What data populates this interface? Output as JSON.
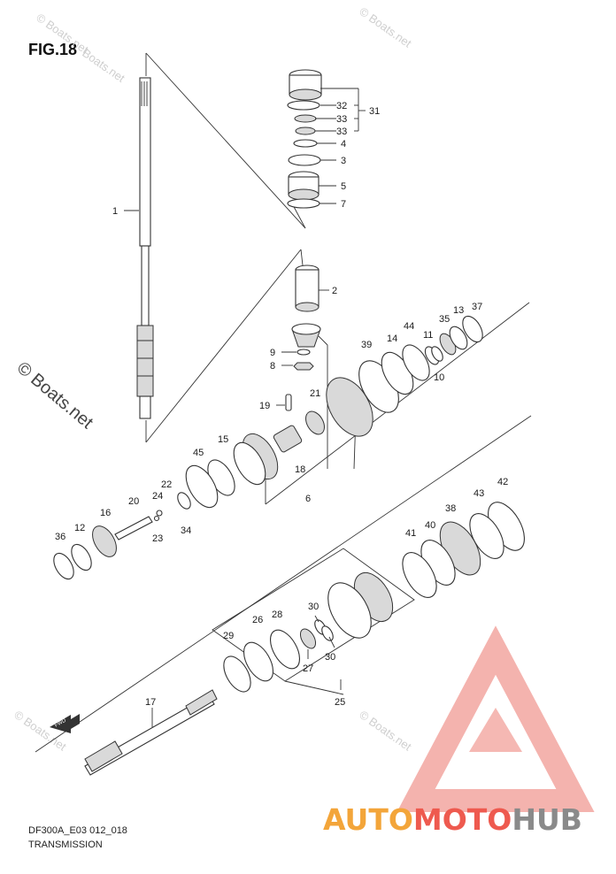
{
  "figure_title": "FIG.18",
  "footer": {
    "code": "DF300A_E03 012_018",
    "name": "TRANSMISSION"
  },
  "watermarks": {
    "site": "© Boats.net",
    "short": "Boats.net"
  },
  "arrow_label": "FWD",
  "logo": {
    "part1": "AUTO",
    "part2": "MOTO",
    "part3": "HUB"
  },
  "callouts": [
    "1",
    "2",
    "3",
    "4",
    "5",
    "6",
    "7",
    "8",
    "9",
    "10",
    "11",
    "12",
    "13",
    "14",
    "15",
    "16",
    "17",
    "18",
    "19",
    "20",
    "21",
    "22",
    "23",
    "24",
    "25",
    "26",
    "27",
    "28",
    "29",
    "30",
    "30",
    "31",
    "32",
    "33",
    "33",
    "34",
    "35",
    "36",
    "37",
    "38",
    "39",
    "40",
    "41",
    "42",
    "43",
    "44",
    "45"
  ],
  "colors": {
    "logo_orange": "#f3a53a",
    "logo_red": "#ee5a4f",
    "logo_grey": "#8a8a8a"
  }
}
